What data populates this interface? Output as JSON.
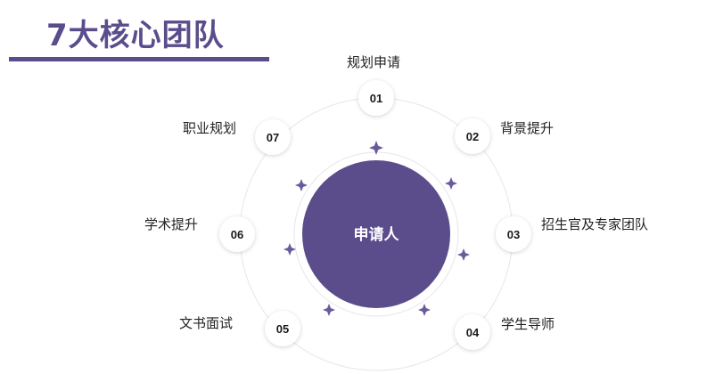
{
  "title": "7大核心团队",
  "center": "申请人",
  "colors": {
    "accent": "#5b4d8c",
    "ring": "#e6e6ea",
    "star": "#6a5a9c"
  },
  "nodes": [
    {
      "num": "01",
      "label": "规划申请"
    },
    {
      "num": "02",
      "label": "背景提升"
    },
    {
      "num": "03",
      "label": "招生官及专家团队"
    },
    {
      "num": "04",
      "label": "学生导师"
    },
    {
      "num": "05",
      "label": "文书面试"
    },
    {
      "num": "06",
      "label": "学术提升"
    },
    {
      "num": "07",
      "label": "职业规划"
    }
  ]
}
